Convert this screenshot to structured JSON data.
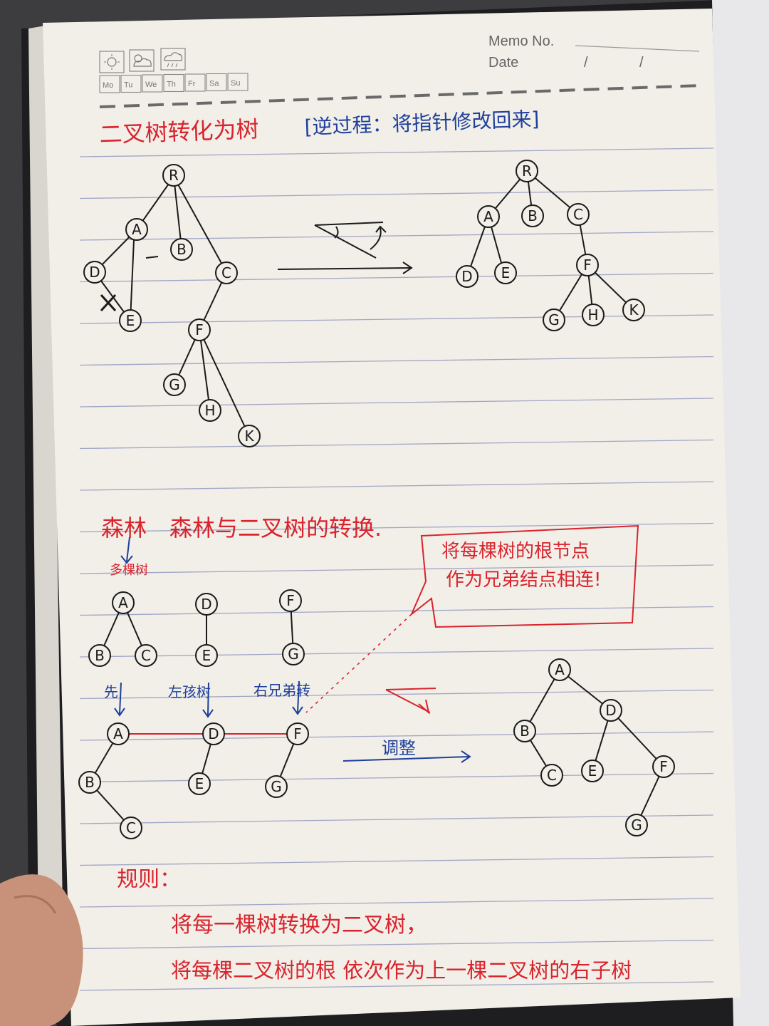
{
  "header": {
    "memo_label": "Memo No.",
    "date_label": "Date",
    "date_sep1": "/",
    "date_sep2": "/",
    "weekdays": [
      "Mo",
      "Tu",
      "We",
      "Th",
      "Fr",
      "Sa",
      "Su"
    ],
    "weather_icons": [
      "sun-icon",
      "cloud-sun-icon",
      "cloud-rain-icon"
    ]
  },
  "section1": {
    "title": "二叉树转化为树",
    "subtitle": "[逆过程：将指针修改回来]",
    "left_tree_nodes": [
      "R",
      "A",
      "B",
      "C",
      "D",
      "E",
      "F",
      "G",
      "H",
      "K"
    ],
    "right_tree_nodes": [
      "R",
      "A",
      "B",
      "C",
      "D",
      "E",
      "F",
      "G",
      "H",
      "K"
    ]
  },
  "section2": {
    "title": "森林与二叉树的转换.",
    "forest_label": "多棵树",
    "callout": [
      "将每棵树的根节点",
      "作为兄弟结点相连!"
    ],
    "step_labels": [
      "先",
      "左孩树",
      "右兄弟转"
    ],
    "adjust_label": "调整",
    "forest_trees": [
      {
        "root": "A",
        "children": [
          "B",
          "C"
        ]
      },
      {
        "root": "D",
        "children": [
          "E"
        ]
      },
      {
        "root": "F",
        "children": [
          "G"
        ]
      }
    ],
    "result_nodes": [
      "A",
      "B",
      "C",
      "D",
      "E",
      "F",
      "G"
    ]
  },
  "rules": {
    "heading": "规则：",
    "line1": "将每一棵树转换为二叉树，",
    "line2": "将每棵二叉树的根 依次作为上一棵二叉树的右子树"
  },
  "colors": {
    "red_ink": "#d9232d",
    "blue_ink": "#1f3f9a",
    "black_ink": "#1a1a1a",
    "paper": "#f1efe8",
    "rule_line": "#9a9fbf"
  }
}
